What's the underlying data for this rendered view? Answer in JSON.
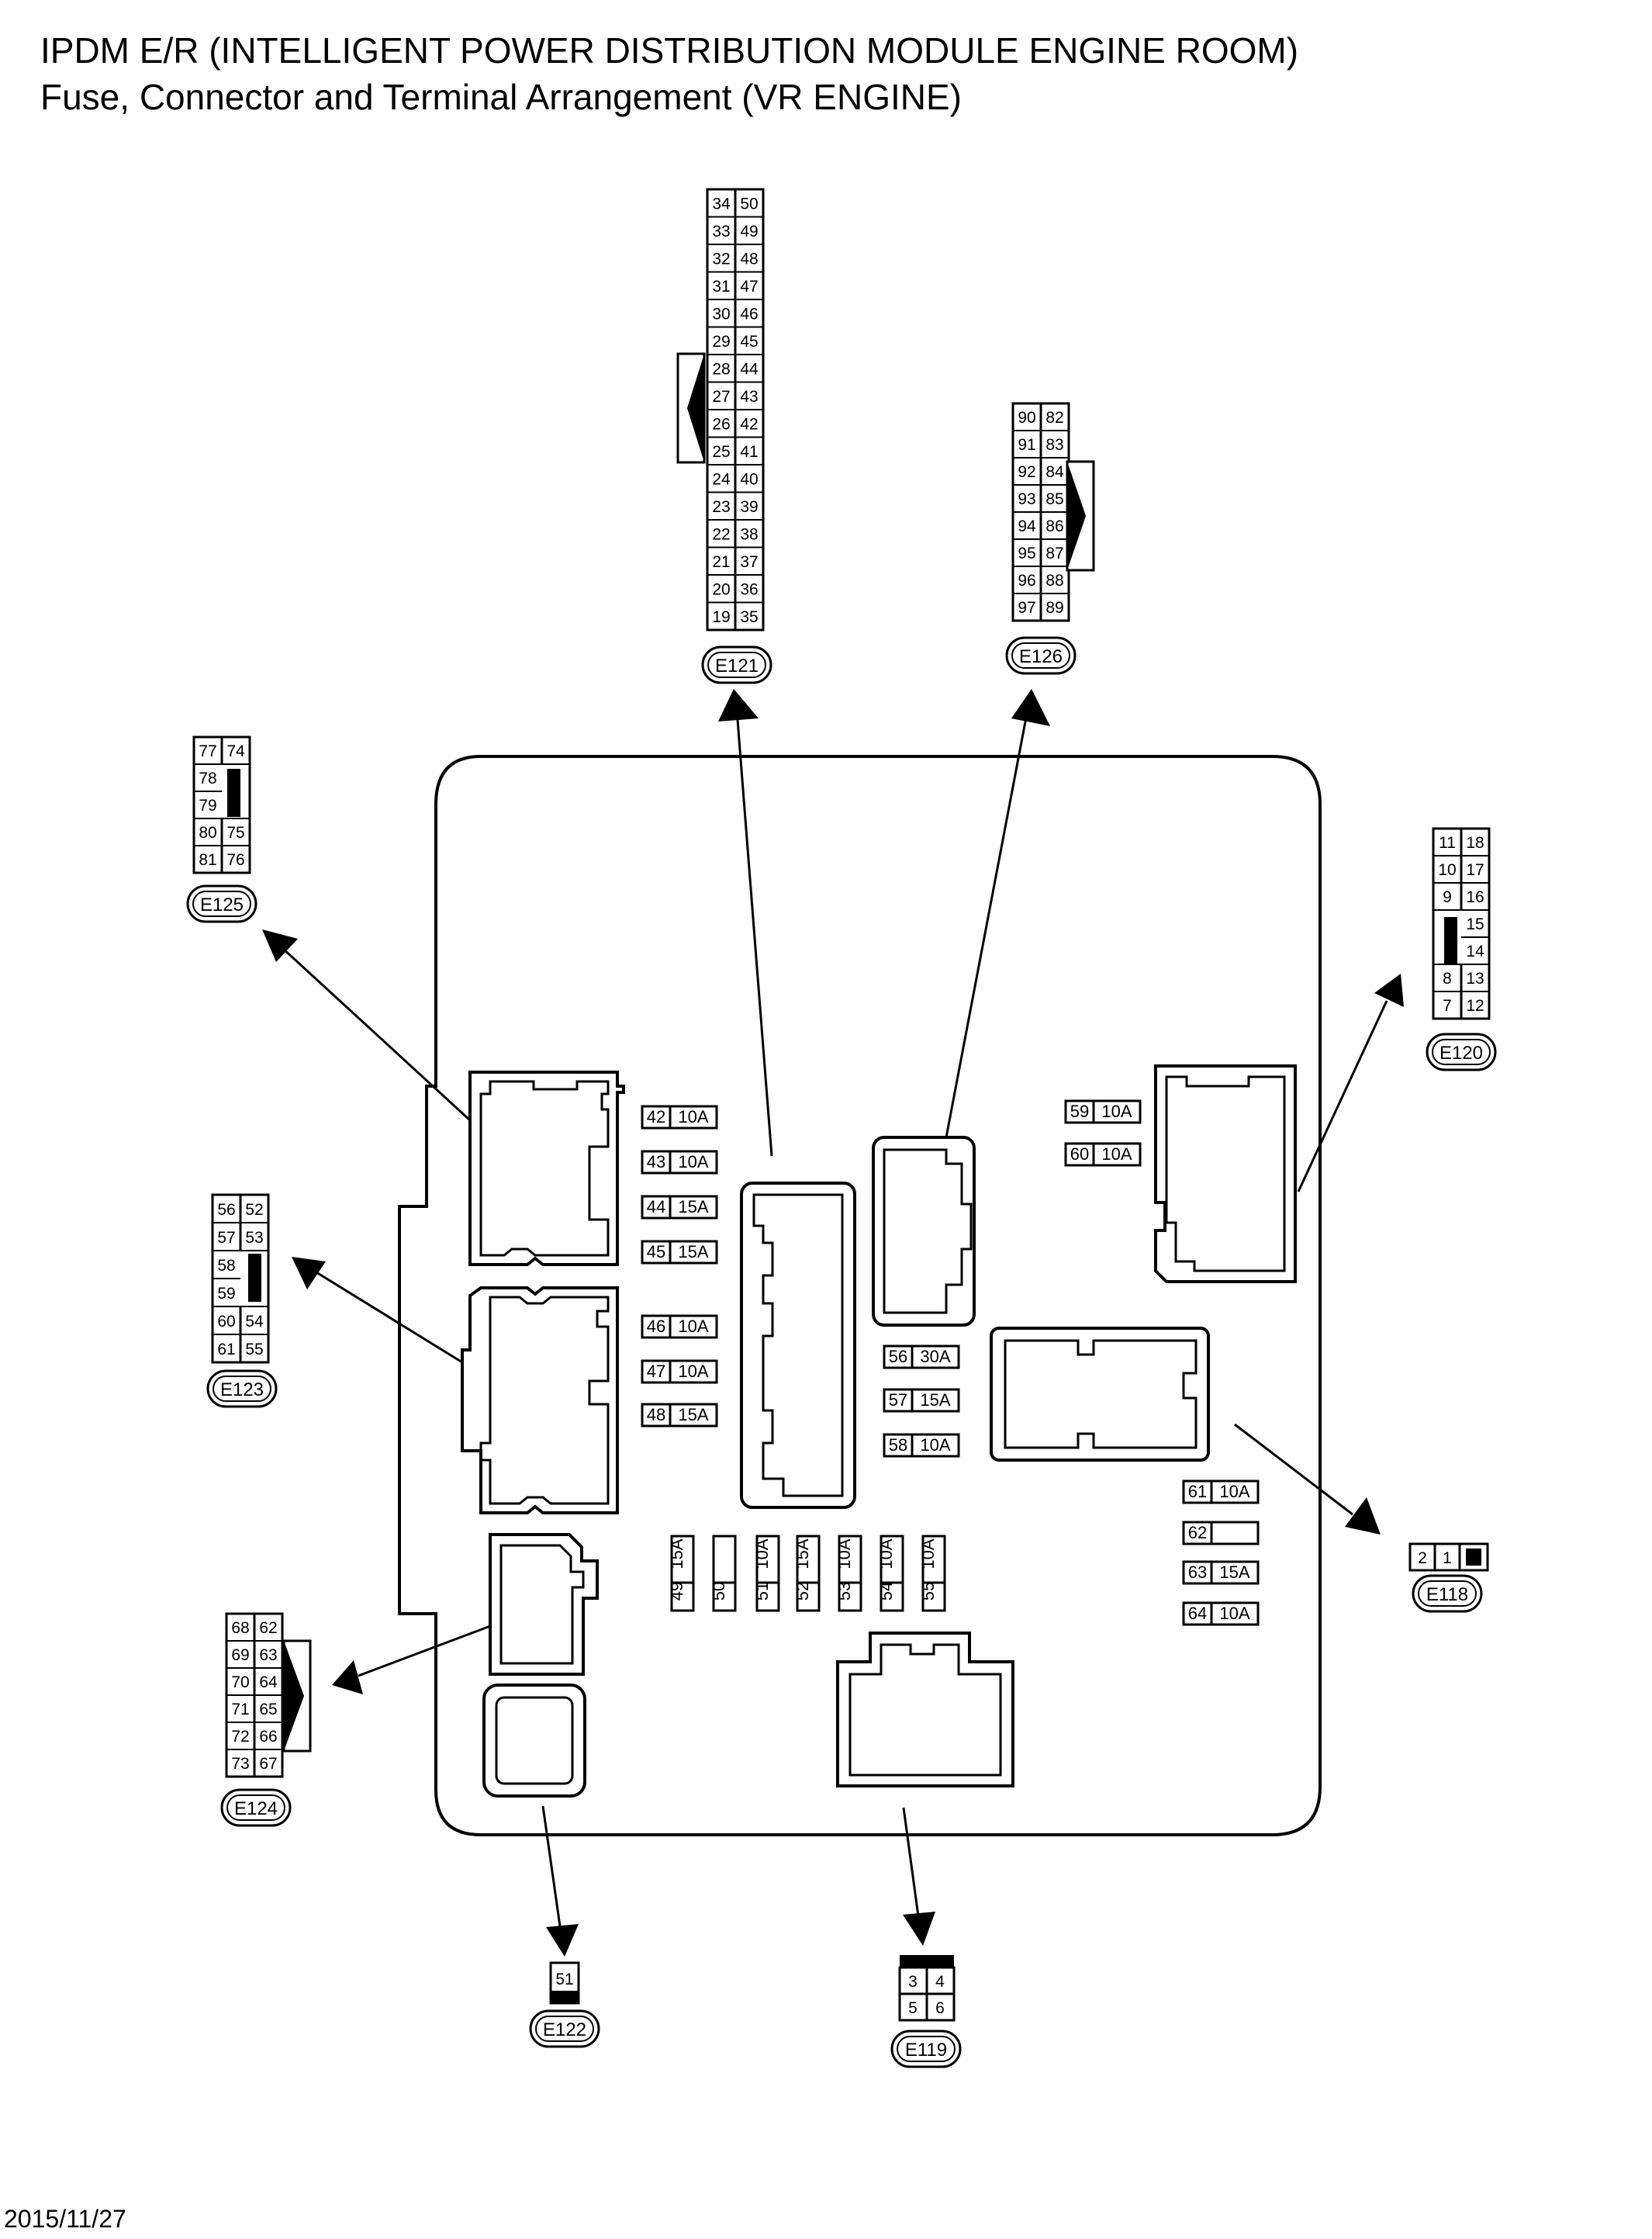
{
  "header": {
    "title": "IPDM E/R (INTELLIGENT POWER DISTRIBUTION MODULE ENGINE ROOM)",
    "subtitle": "Fuse, Connector and Terminal Arrangement (VR ENGINE)"
  },
  "footer": {
    "date": "2015/11/27"
  },
  "connectors": {
    "E121": {
      "label": "E121",
      "left": [
        "34",
        "33",
        "32",
        "31",
        "30",
        "29",
        "28",
        "27",
        "26",
        "25",
        "24",
        "23",
        "22",
        "21",
        "20",
        "19"
      ],
      "right": [
        "50",
        "49",
        "48",
        "47",
        "46",
        "45",
        "44",
        "43",
        "42",
        "41",
        "40",
        "39",
        "38",
        "37",
        "36",
        "35"
      ]
    },
    "E126": {
      "label": "E126",
      "left": [
        "90",
        "91",
        "92",
        "93",
        "94",
        "95",
        "96",
        "97"
      ],
      "right": [
        "82",
        "83",
        "84",
        "85",
        "86",
        "87",
        "88",
        "89"
      ]
    },
    "E125": {
      "label": "E125",
      "left": [
        "77",
        "78",
        "79",
        "80",
        "81"
      ],
      "right": [
        "74",
        "",
        "",
        "75",
        "76"
      ]
    },
    "E120": {
      "label": "E120",
      "left": [
        "11",
        "10",
        "9",
        "",
        "",
        "8",
        "7"
      ],
      "right": [
        "18",
        "17",
        "16",
        "15",
        "14",
        "13",
        "12"
      ]
    },
    "E123": {
      "label": "E123",
      "left": [
        "56",
        "57",
        "58",
        "59",
        "60",
        "61"
      ],
      "right": [
        "52",
        "53",
        "",
        "",
        "54",
        "55"
      ]
    },
    "E124": {
      "label": "E124",
      "left": [
        "68",
        "69",
        "70",
        "71",
        "72",
        "73"
      ],
      "right": [
        "62",
        "63",
        "64",
        "65",
        "66",
        "67"
      ]
    },
    "E118": {
      "label": "E118",
      "cells": [
        "2",
        "1"
      ]
    },
    "E122": {
      "label": "E122",
      "cells": [
        "51"
      ]
    },
    "E119": {
      "label": "E119",
      "cells": [
        "3",
        "4",
        "5",
        "6"
      ]
    }
  },
  "fuses": {
    "f42": {
      "num": "42",
      "amp": "10A"
    },
    "f43": {
      "num": "43",
      "amp": "10A"
    },
    "f44": {
      "num": "44",
      "amp": "15A"
    },
    "f45": {
      "num": "45",
      "amp": "15A"
    },
    "f46": {
      "num": "46",
      "amp": "10A"
    },
    "f47": {
      "num": "47",
      "amp": "10A"
    },
    "f48": {
      "num": "48",
      "amp": "15A"
    },
    "f59": {
      "num": "59",
      "amp": "10A"
    },
    "f60": {
      "num": "60",
      "amp": "10A"
    },
    "f56": {
      "num": "56",
      "amp": "30A"
    },
    "f57": {
      "num": "57",
      "amp": "15A"
    },
    "f58": {
      "num": "58",
      "amp": "10A"
    },
    "f61": {
      "num": "61",
      "amp": "10A"
    },
    "f62": {
      "num": "62",
      "amp": ""
    },
    "f63": {
      "num": "63",
      "amp": "15A"
    },
    "f64": {
      "num": "64",
      "amp": "10A"
    },
    "f49": {
      "num": "49",
      "amp": "15A"
    },
    "f50": {
      "num": "50",
      "amp": ""
    },
    "f51": {
      "num": "51",
      "amp": "10A"
    },
    "f52": {
      "num": "52",
      "amp": "15A"
    },
    "f53": {
      "num": "53",
      "amp": "10A"
    },
    "f54": {
      "num": "54",
      "amp": "10A"
    },
    "f55": {
      "num": "55",
      "amp": "10A"
    }
  }
}
